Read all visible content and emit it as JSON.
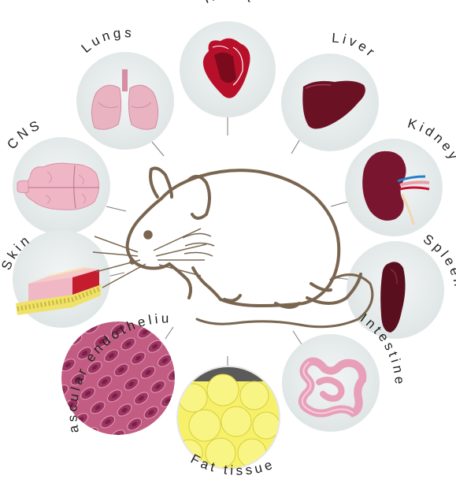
{
  "labels": {
    "heart": "Heart",
    "lungs": "Lungs",
    "liver": "Liver",
    "cns": "CNS",
    "kidney": "Kidney",
    "skin": "Skin",
    "spleen": "Spleen",
    "intestine": "Intestine",
    "vascular": "Vascular endothelium",
    "fat": "Fat tissue"
  },
  "colors": {
    "mouse_outline": "#7a6650",
    "disc": "#e4e9e9",
    "heart": "#b8102a",
    "liver": "#6b1124",
    "kidney": "#7a1530",
    "spleen": "#5a0f1e",
    "lungs": "#e9b3c2",
    "cns": "#efb6c6",
    "intestine": "#e8a0b8",
    "skin_top": "#f0b8c4",
    "skin_fat": "#f2e25c",
    "vascular": "#b34a72",
    "fat": "#f6f06a"
  },
  "icons": [
    "heart-icon",
    "lungs-icon",
    "liver-icon",
    "brain-icon",
    "kidney-icon",
    "skin-icon",
    "spleen-icon",
    "intestine-icon",
    "vascular-endothelium-icon",
    "fat-tissue-icon",
    "mouse-illustration"
  ]
}
